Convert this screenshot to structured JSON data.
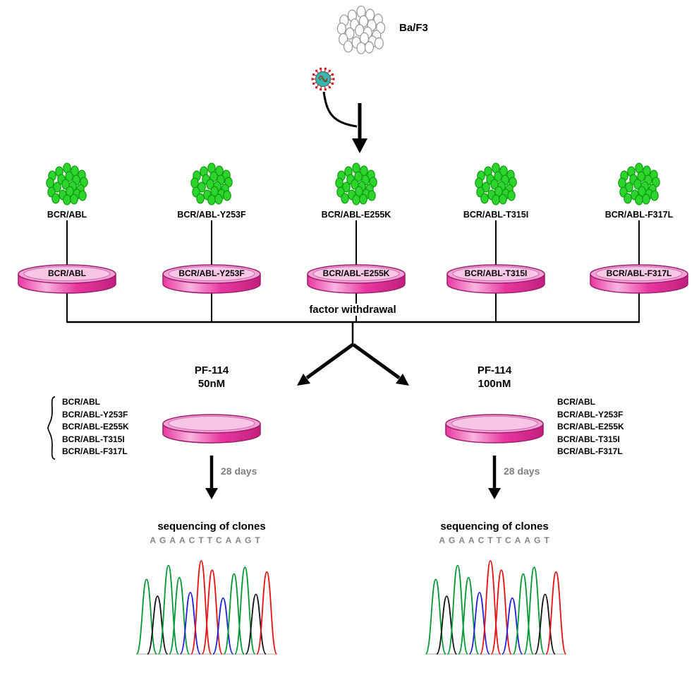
{
  "top": {
    "cell_line": "Ba/F3"
  },
  "variants": [
    "BCR/ABL",
    "BCR/ABL-Y253F",
    "BCR/ABL-E255K",
    "BCR/ABL-T315I",
    "BCR/ABL-F317L"
  ],
  "factor_withdrawal": "factor withdrawal",
  "branches": [
    {
      "drug": "PF-114",
      "dose": "50nM",
      "clones": [
        "BCR/ABL",
        "BCR/ABL-Y253F",
        "BCR/ABL-E255K",
        "BCR/ABL-T315I",
        "BCR/ABL-F317L"
      ],
      "duration": "28 days",
      "result": "sequencing of clones",
      "sequence": "AGAACTTCAAGT"
    },
    {
      "drug": "PF-114",
      "dose": "100nM",
      "clones": [
        "BCR/ABL",
        "BCR/ABL-Y253F",
        "BCR/ABL-E255K",
        "BCR/ABL-T315I",
        "BCR/ABL-F317L"
      ],
      "duration": "28 days",
      "result": "sequencing of clones",
      "sequence": "AGAACTTCAAGT"
    }
  ],
  "icons": {
    "virus": "retrovirus-icon",
    "parental_cells": "baf3-cell-cluster",
    "transduced_cells": "transduced-cell-cluster"
  },
  "colors": {
    "cell_green": "#2ed42e",
    "cell_green_stroke": "#0a9a0a",
    "cell_white": "#ffffff",
    "cell_white_stroke": "#999999",
    "dish_fill": "#f2a3d6",
    "dish_inner": "#f7c6e5",
    "dish_stroke": "#9c1d6b",
    "dish_rim": "#cf6ab0",
    "dish_band": "#e8379f",
    "dish_band_hi": "#f9b5e0",
    "dish_band_dark": "#c21f7f",
    "arrow": "#000000",
    "gray_text": "#7f7f7f",
    "base_A": "#009933",
    "base_C": "#2121dd",
    "base_G": "#141414",
    "base_T": "#e81212"
  },
  "trace": {
    "peak_heights": [
      0.8,
      0.62,
      0.95,
      0.82,
      0.66,
      1.0,
      0.9,
      0.6,
      0.86,
      0.93,
      0.64,
      0.88
    ]
  }
}
